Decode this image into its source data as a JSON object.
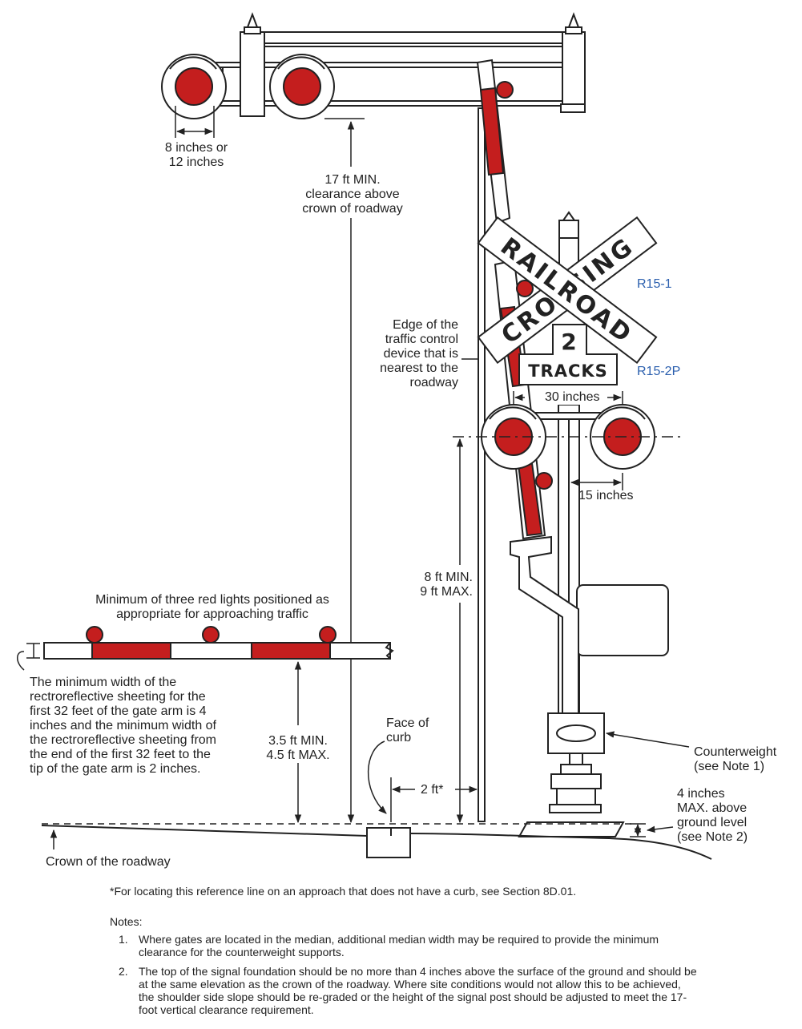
{
  "colors": {
    "signal_red": "#c41e1e",
    "line": "#222222",
    "label_blue": "#2b5fae"
  },
  "sign": {
    "crossbuck_word1": "RAILROAD",
    "crossbuck_word2": "CROSSING",
    "plaque_number": "2",
    "plaque_word": "TRACKS"
  },
  "labels": {
    "lens_size": "8 inches or\n12 inches",
    "clearance_17ft": "17 ft MIN.\nclearance above\ncrown of roadway",
    "edge_device": "Edge of the\ntraffic control\ndevice that is\nnearest to the\nroadway",
    "r15_1": "R15-1",
    "r15_2p": "R15-2P",
    "thirty_inches": "30 inches",
    "fifteen_inches": "15 inches",
    "height_8_9": "8 ft MIN.\n9 ft MAX.",
    "three_lights": "Minimum of three red lights positioned as\nappropriate for approaching traffic",
    "sheeting_note": "The minimum width of the\nrectroreflective sheeting for the\nfirst 32 feet of the gate arm is 4\ninches and the minimum width of\nthe rectroreflective sheeting from\nthe end of the first 32 feet to the\ntip of the gate arm is 2 inches.",
    "height_35_45": "3.5 ft MIN.\n4.5 ft MAX.",
    "face_of_curb": "Face of\ncurb",
    "two_ft": "2 ft*",
    "counterweight": "Counterweight\n(see Note 1)",
    "four_inches": "4 inches\nMAX. above\nground level\n(see Note 2)",
    "crown": "Crown of the roadway"
  },
  "footnote": "*For locating this reference line on an approach that does not have a curb, see Section 8D.01.",
  "notes_title": "Notes:",
  "notes": [
    {
      "num": "1.",
      "text": "Where gates are located in the median, additional median width may be required to provide the minimum clearance for the counterweight supports."
    },
    {
      "num": "2.",
      "text": "The top of the signal foundation should be no more than 4 inches above the surface of the ground and should be at the same elevation as the crown of the roadway. Where site conditions would not allow this to be achieved, the shoulder side slope should be re-graded or the height of the signal post should be adjusted to meet the 17-foot vertical clearance requirement."
    }
  ]
}
